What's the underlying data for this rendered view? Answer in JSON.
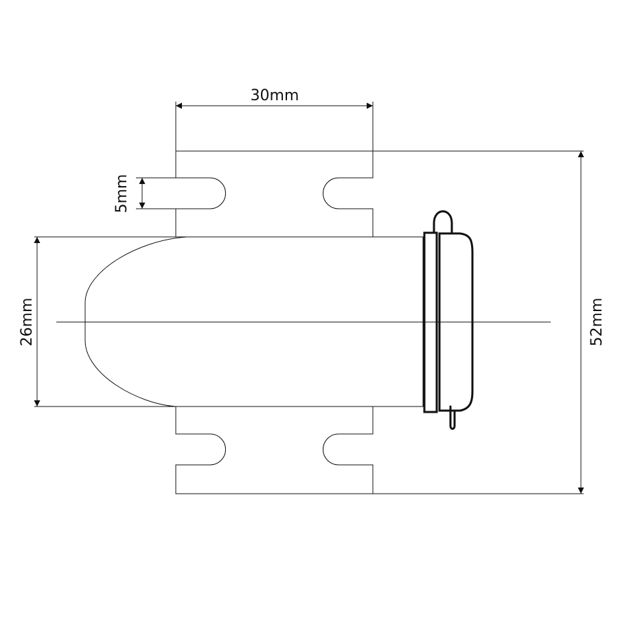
{
  "dimensions": {
    "width_top": "30mm",
    "slot": "5mm",
    "body_height": "26mm",
    "total_height": "52mm"
  },
  "colors": {
    "line": "#111111",
    "background": "#ffffff"
  }
}
